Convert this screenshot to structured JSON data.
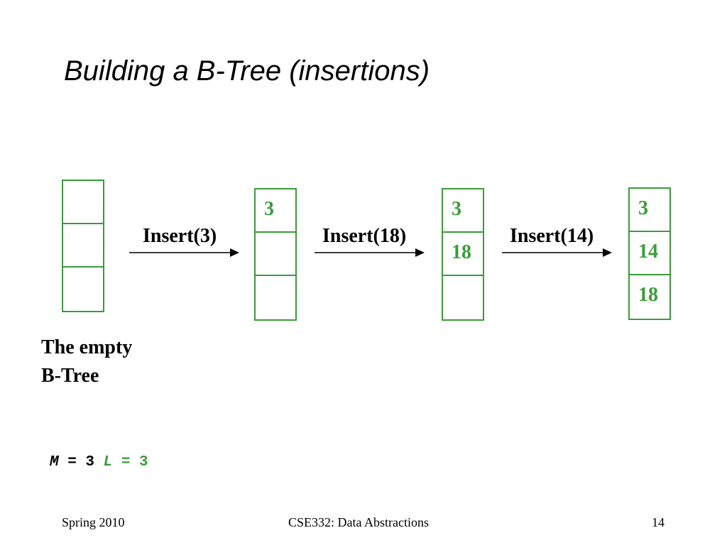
{
  "title": "Building a B-Tree (insertions)",
  "nodes": [
    {
      "slots": [
        "",
        "",
        ""
      ]
    },
    {
      "slots": [
        "3",
        "",
        ""
      ]
    },
    {
      "slots": [
        "3",
        "18",
        ""
      ]
    },
    {
      "slots": [
        "3",
        "14",
        "18"
      ]
    }
  ],
  "operations": [
    "Insert(3)",
    "Insert(18)",
    "Insert(14)"
  ],
  "caption": {
    "line1": "The empty",
    "line2": "B-Tree"
  },
  "params": {
    "m_name": "M",
    "m_eq": " = 3 ",
    "l_name": "L",
    "l_eq": " = 3"
  },
  "footer": {
    "left": "Spring 2010",
    "center": "CSE332: Data Abstractions",
    "right": "14"
  },
  "colors": {
    "node_border": "#3a9c3a",
    "key_text": "#3a9c3a"
  }
}
